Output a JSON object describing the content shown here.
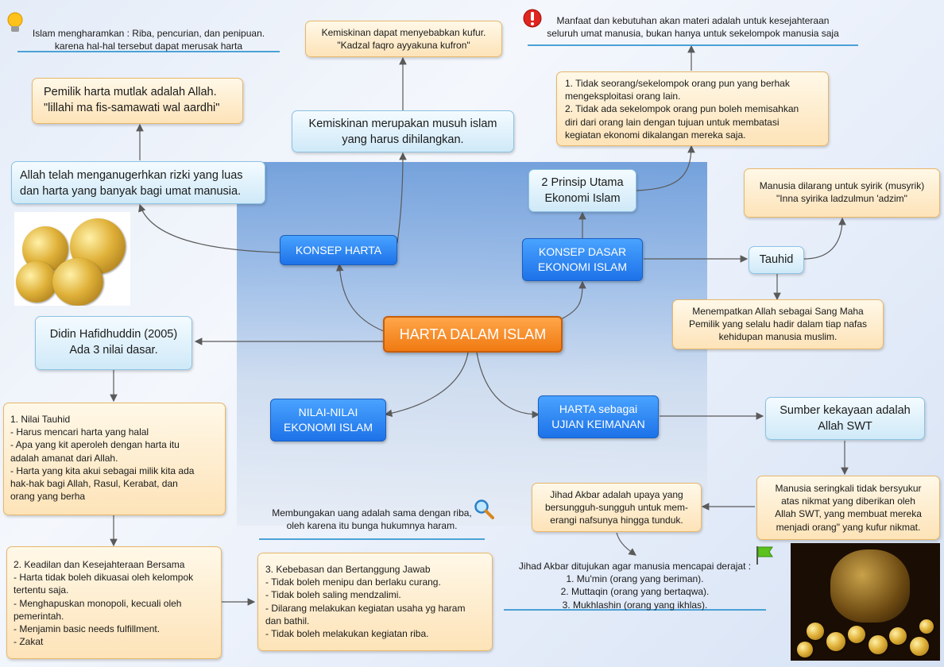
{
  "center": "HARTA DALAM ISLAM",
  "branches": {
    "konsep_harta": "KONSEP HARTA",
    "konsep_dasar": "KONSEP DASAR\nEKONOMI ISLAM",
    "nilai_nilai": "NILAI-NILAI\nEKONOMI ISLAM",
    "ujian": "HARTA sebagai\nUJIAN KEIMANAN"
  },
  "konsep_harta": {
    "anugerah": "Allah telah menganugerhkan rizki yang luas\ndan harta yang banyak bagi umat manusia.",
    "pemilik": "Pemilik harta mutlak adalah Allah.\n\"lillahi ma fis-samawati wal aardhi\"",
    "haram": "Islam mengharamkan : Riba, pencurian, dan penipuan.\nkarena hal-hal tersebut dapat merusak harta",
    "kemiskinan_musuh": "Kemiskinan merupakan musuh islam\nyang harus dihilangkan.",
    "kemiskinan_kufur": "Kemiskinan dapat menyebabkan kufur.\n\"Kadzal faqro ayyakuna kufron\""
  },
  "konsep_dasar": {
    "prinsip": "2 Prinsip Utama\nEkonomi Islam",
    "prinsip_list": "1. Tidak seorang/sekelompok orang pun yang berhak\n    mengeksploitasi orang lain.\n2. Tidak ada sekelompok orang pun boleh memisahkan\n    diri dari orang lain dengan tujuan untuk membatasi\n    kegiatan ekonomi dikalangan mereka saja.",
    "manfaat": "Manfaat dan kebutuhan akan materi adalah untuk kesejahteraan\nseluruh umat manusia, bukan hanya untuk sekelompok manusia saja",
    "tauhid": "Tauhid",
    "syirik": "Manusia dilarang untuk syirik (musyrik)\n\"Inna syirika ladzulmun 'adzim\"",
    "menempatkan": "Menempatkan Allah sebagai Sang Maha\nPemilik yang selalu hadir dalam tiap nafas\nkehidupan manusia muslim."
  },
  "nilai": {
    "didin": "Didin Hafidhuddin (2005)\nAda 3 nilai dasar.",
    "tauhid": "1. Nilai Tauhid\n - Harus mencari harta yang halal\n - Apa yang kit aperoleh dengan harta itu\n   adalah amanat dari Allah.\n - Harta yang kita akui sebagai milik kita ada\n   hak-hak bagi Allah, Rasul, Kerabat, dan\n   orang yang berha",
    "keadilan": "2. Keadilan dan Kesejahteraan Bersama\n - Harta tidak boleh dikuasai oleh kelompok\ntertentu saja.\n - Menghapuskan monopoli, kecuali oleh\npemerintah.\n - Menjamin basic needs fulfillment.\n - Zakat",
    "kebebasan": "3. Kebebasan dan Bertanggung Jawab\n - Tidak boleh menipu dan berlaku curang.\n - Tidak boleh saling mendzalimi.\n - Dilarang melakukan kegiatan usaha yg haram\n   dan bathil.\n - Tidak boleh melakukan kegiatan riba.",
    "riba": "Membungakan uang adalah sama dengan riba,\noleh karena itu bunga hukumnya haram."
  },
  "ujian": {
    "sumber": "Sumber kekayaan adalah\nAllah SWT",
    "syukur": "Manusia seringkali tidak bersyukur\natas nikmat yang diberikan oleh\nAllah SWT, yang membuat mereka\nmenjadi orang\" yang kufur nikmat.",
    "jihad": "Jihad Akbar adalah upaya yang\nbersungguh-sungguh untuk mem-\nerangi nafsunya hingga tunduk.",
    "derajat": "Jihad Akbar ditujukan agar manusia mencapai derajat :\n1. Mu'min (orang yang beriman).\n2. Muttaqin (orang yang bertaqwa).\n3. Mukhlashin (orang yang ikhlas)."
  },
  "icons": {
    "bulb": "lightbulb-icon",
    "warning": "exclamation-icon",
    "magnifier": "magnifier-icon",
    "flag": "green-flag-icon"
  },
  "colors": {
    "peach_fill": "#fde3b8",
    "sky_fill": "#cfe9f8",
    "branch_blue": "#1d72e8",
    "center_orange": "#f07a12",
    "underline": "#4ba1d6",
    "link": "#5a5a5a"
  }
}
